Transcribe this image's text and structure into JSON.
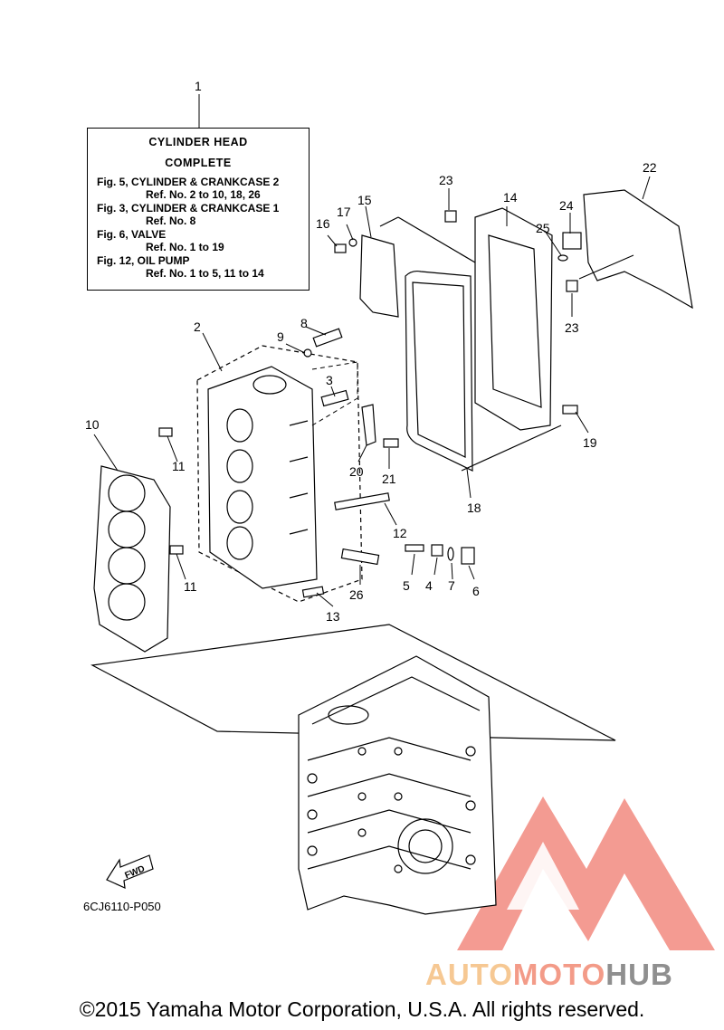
{
  "callout": {
    "ref": "1",
    "title_line1": "CYLINDER  HEAD",
    "title_line2": "COMPLETE",
    "rows": [
      {
        "fig": "Fig. 5, CYLINDER & CRANKCASE 2",
        "ref": "Ref. No. 2 to 10, 18, 26"
      },
      {
        "fig": "Fig. 3, CYLINDER & CRANKCASE 1",
        "ref": "Ref. No. 8"
      },
      {
        "fig": "Fig. 6, VALVE",
        "ref": "Ref. No. 1 to 19"
      },
      {
        "fig": "Fig. 12, OIL PUMP",
        "ref": "Ref. No. 1 to 5, 11 to 14"
      }
    ]
  },
  "part_numbers": [
    "2",
    "3",
    "4",
    "5",
    "6",
    "7",
    "8",
    "9",
    "10",
    "11",
    "11",
    "12",
    "13",
    "14",
    "15",
    "16",
    "17",
    "18",
    "19",
    "20",
    "21",
    "22",
    "23",
    "23",
    "24",
    "25",
    "26"
  ],
  "fwd_label": "FWD",
  "diagram_code": "6CJ6110-P050",
  "copyright": "©2015 Yamaha Motor Corporation, U.S.A. All rights reserved.",
  "watermark": {
    "part1": "AUTO",
    "part2": "MOTO",
    "part3": "HUB"
  },
  "colors": {
    "ink": "#000000",
    "watermark_red": "#f07a6e",
    "watermark_orange": "#f6c893",
    "watermark_gray": "#8f8f8f"
  }
}
